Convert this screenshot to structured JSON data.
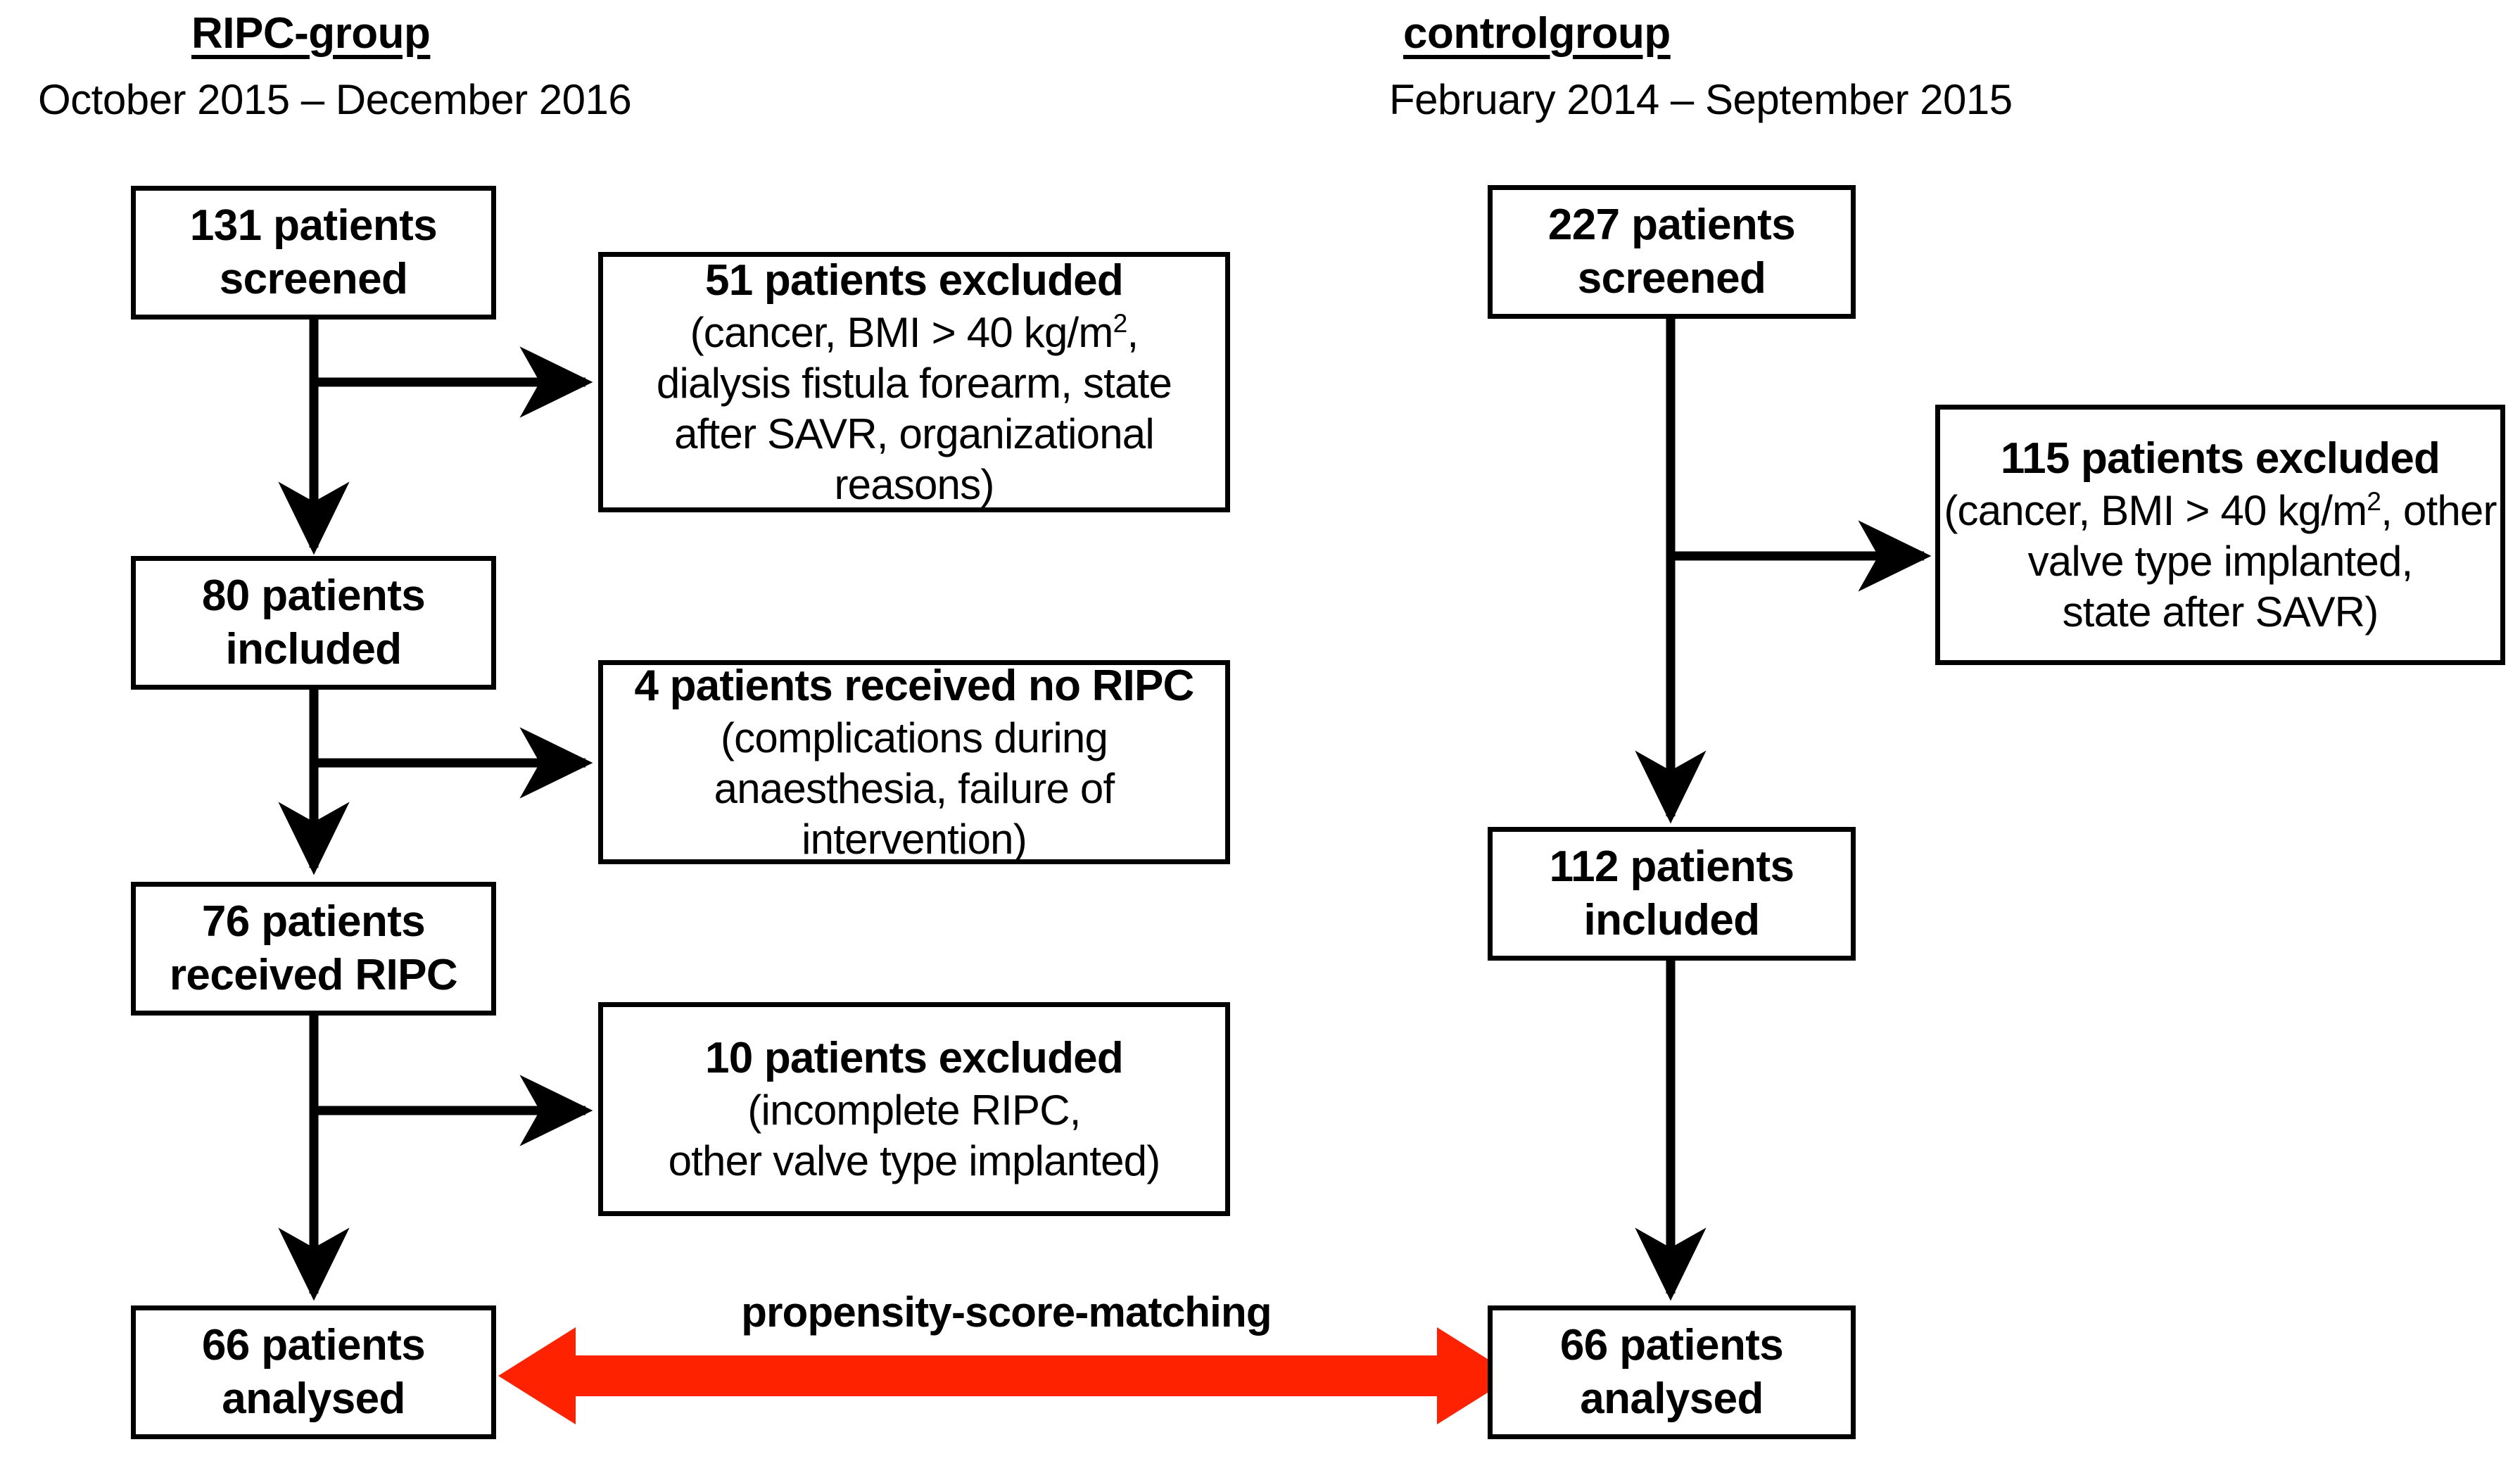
{
  "colors": {
    "stroke": "#000000",
    "box_fill": "#ffffff",
    "match_arrow": "#FF2200"
  },
  "left_column": {
    "title": "RIPC-group",
    "period": "October 2015 – December 2016",
    "nodes": [
      {
        "id": "screened",
        "line1": "131 patients",
        "line2": "screened"
      },
      {
        "id": "included",
        "line1": "80 patients",
        "line2": "included"
      },
      {
        "id": "received",
        "line1": "76 patients",
        "line2": "received RIPC"
      },
      {
        "id": "analysed",
        "line1": "66 patients",
        "line2": "analysed"
      }
    ],
    "exclusions": [
      {
        "id": "excl-51",
        "headline": "51 patients excluded",
        "lines": [
          "(cancer, BMI > 40   kg/m2,",
          "dialysis fistula forearm, state",
          "after SAVR, organizational",
          "reasons)"
        ],
        "line_pre": "(cancer, BMI > 40   kg/m",
        "line_sup": "2",
        "line_post": ","
      },
      {
        "id": "excl-4",
        "headline": "4 patients received no RIPC",
        "lines": [
          "(complications during",
          "anaesthesia, failure of",
          "intervention)"
        ]
      },
      {
        "id": "excl-10",
        "headline": "10 patients excluded",
        "lines": [
          "(incomplete RIPC,",
          "other valve type implanted)"
        ]
      }
    ]
  },
  "right_column": {
    "title": "controlgroup",
    "period": "February 2014 – September 2015",
    "nodes": [
      {
        "id": "screened",
        "line1": "227 patients",
        "line2": "screened"
      },
      {
        "id": "included",
        "line1": "112 patients",
        "line2": "included"
      },
      {
        "id": "analysed",
        "line1": "66 patients",
        "line2": "analysed"
      }
    ],
    "exclusions": [
      {
        "id": "excl-115",
        "headline": "115 patients excluded",
        "lines": [
          "(cancer, BMI > 40 kg/m2, other",
          "valve type implanted,",
          "state after SAVR)"
        ],
        "line_pre": "(cancer, BMI > 40 kg/m",
        "line_sup": "2",
        "line_post": ", other"
      }
    ]
  },
  "matching": {
    "label": "propensity-score-matching"
  }
}
